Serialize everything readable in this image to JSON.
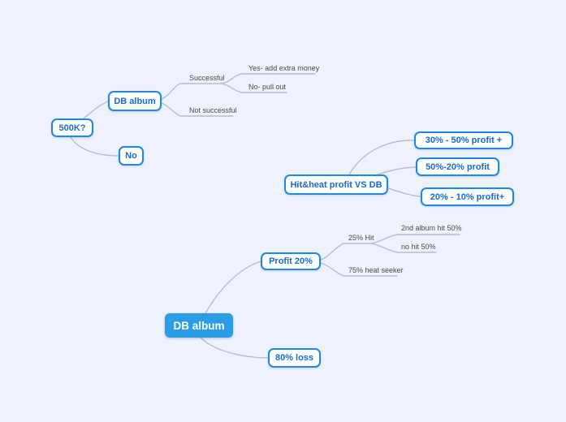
{
  "colors": {
    "background": "#eef2fc",
    "node_border": "#1f87e8",
    "node_text": "#176bd2",
    "filled_bg": "#2b9de4",
    "filled_text": "#ffffff",
    "connector": "#b9bdc6",
    "label_text": "#4a4a4a"
  },
  "trees": [
    {
      "root": {
        "label": "500K?",
        "children": [
          {
            "label": "DB album",
            "children": [
              {
                "label": "Successful",
                "children": [
                  {
                    "label": "Yes- add extra money"
                  },
                  {
                    "label": "No- pull out"
                  }
                ]
              },
              {
                "label": "Not successful"
              }
            ]
          },
          {
            "label": "No"
          }
        ]
      }
    },
    {
      "root": {
        "label": "Hit&heat profit VS DB",
        "children": [
          {
            "label": "30% - 50% profit +"
          },
          {
            "label": "50%-20% profit"
          },
          {
            "label": "20% - 10% profit+"
          }
        ]
      }
    },
    {
      "root": {
        "label": "DB album",
        "children": [
          {
            "label": "Profit 20%",
            "children": [
              {
                "label": "25% Hit",
                "children": [
                  {
                    "label": "2nd album hit 50%"
                  },
                  {
                    "label": "no hit 50%"
                  }
                ]
              },
              {
                "label": "75% heat seeker"
              }
            ]
          },
          {
            "label": "80% loss"
          }
        ]
      }
    }
  ]
}
